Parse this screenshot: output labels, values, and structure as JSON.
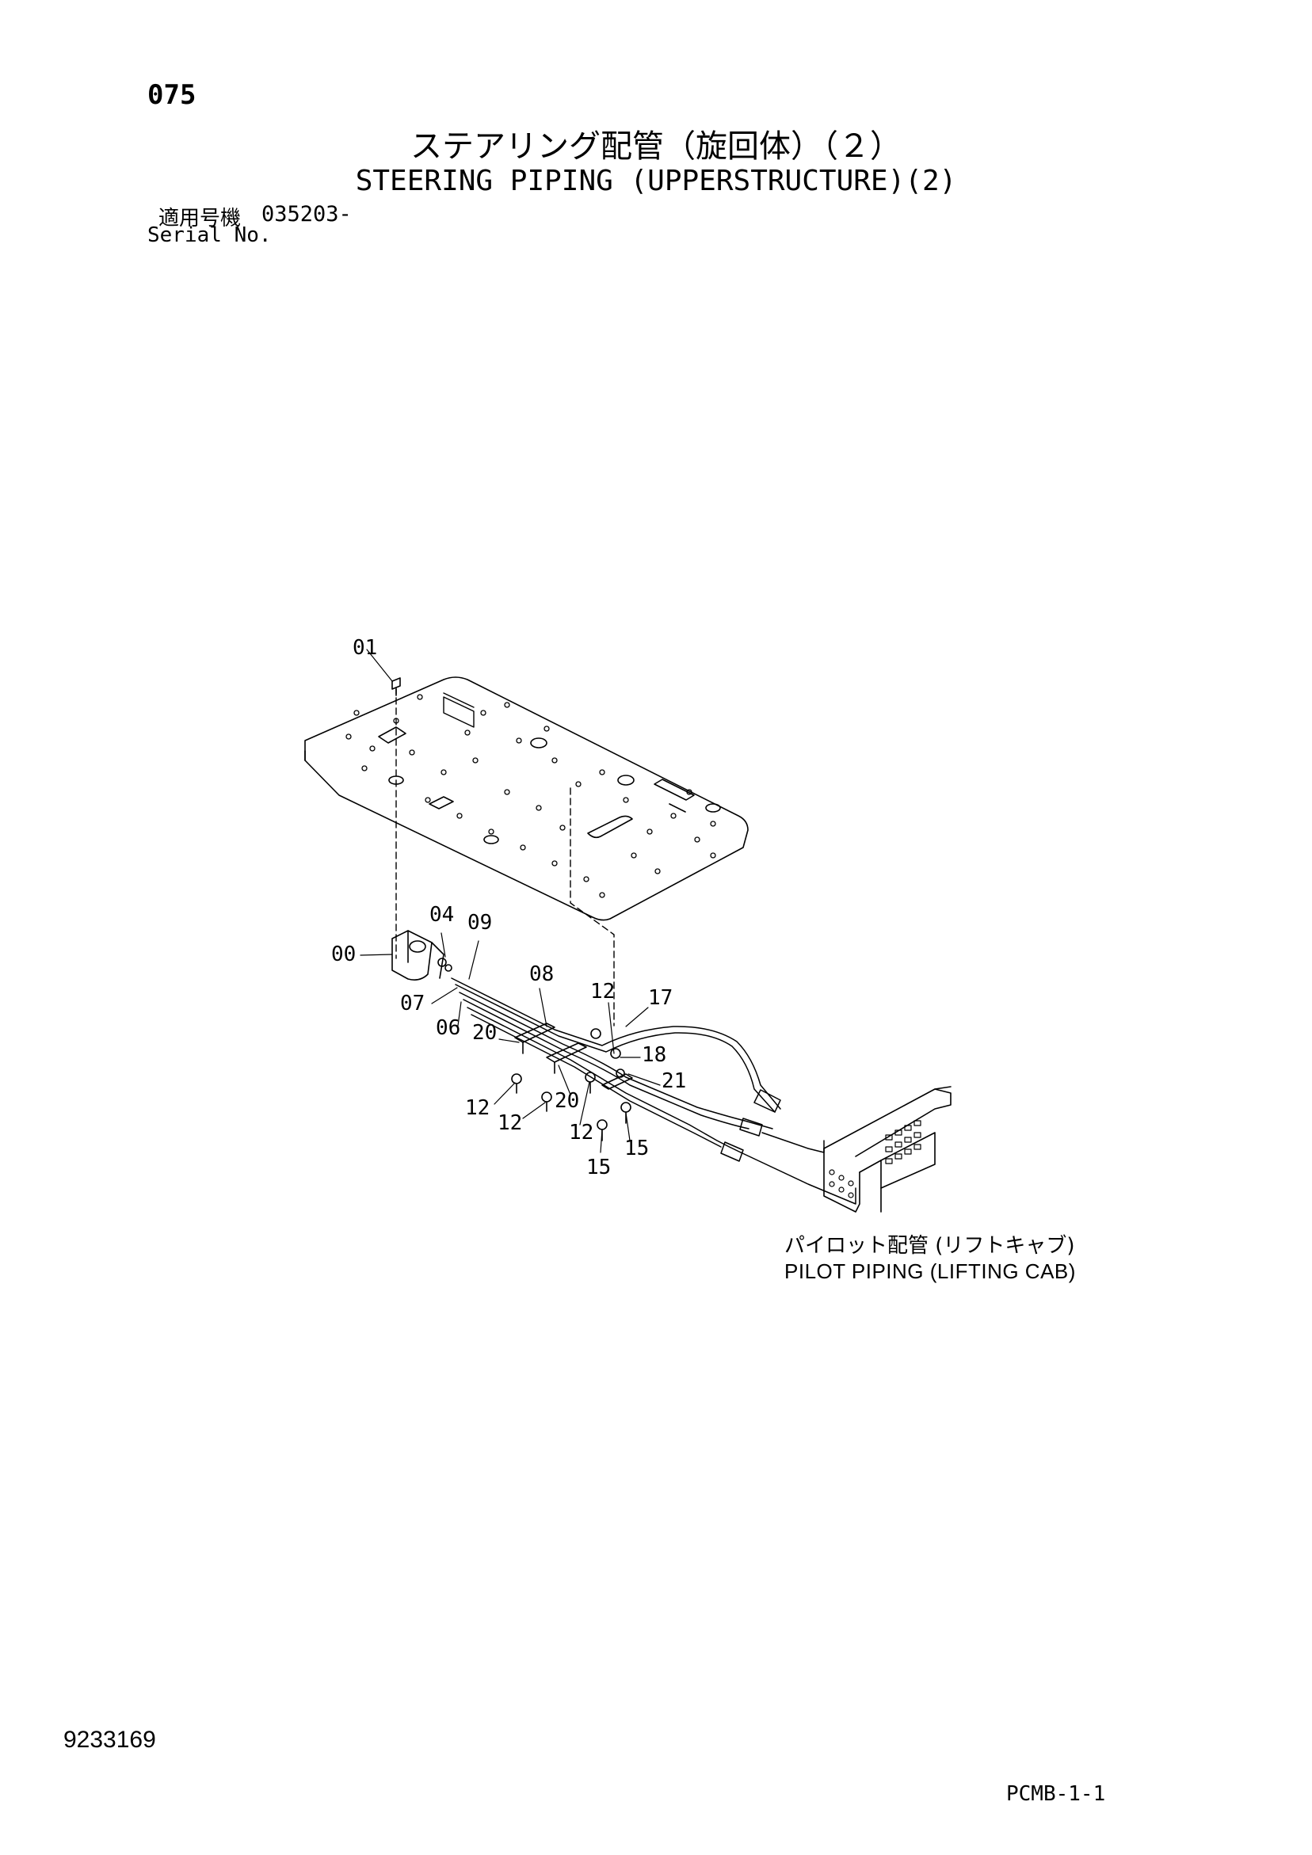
{
  "header": {
    "page_number": "075",
    "title_jp": "ステアリング配管（旋回体）（２）",
    "title_en": "STEERING PIPING (UPPERSTRUCTURE)(2)",
    "serial_label_jp": "適用号機",
    "serial_number": "035203-",
    "serial_label_en": "Serial No."
  },
  "diagram": {
    "reference_label_jp": "パイロット配管 (リフトキャブ)",
    "reference_label_en": "PILOT PIPING (LIFTING CAB)",
    "callouts": [
      "01",
      "04",
      "09",
      "00",
      "08",
      "07",
      "12",
      "17",
      "06",
      "20",
      "18",
      "21",
      "12",
      "20",
      "12",
      "12",
      "15",
      "15"
    ]
  },
  "footer": {
    "document_number": "9233169",
    "page_code": "PCMB-1-1"
  }
}
